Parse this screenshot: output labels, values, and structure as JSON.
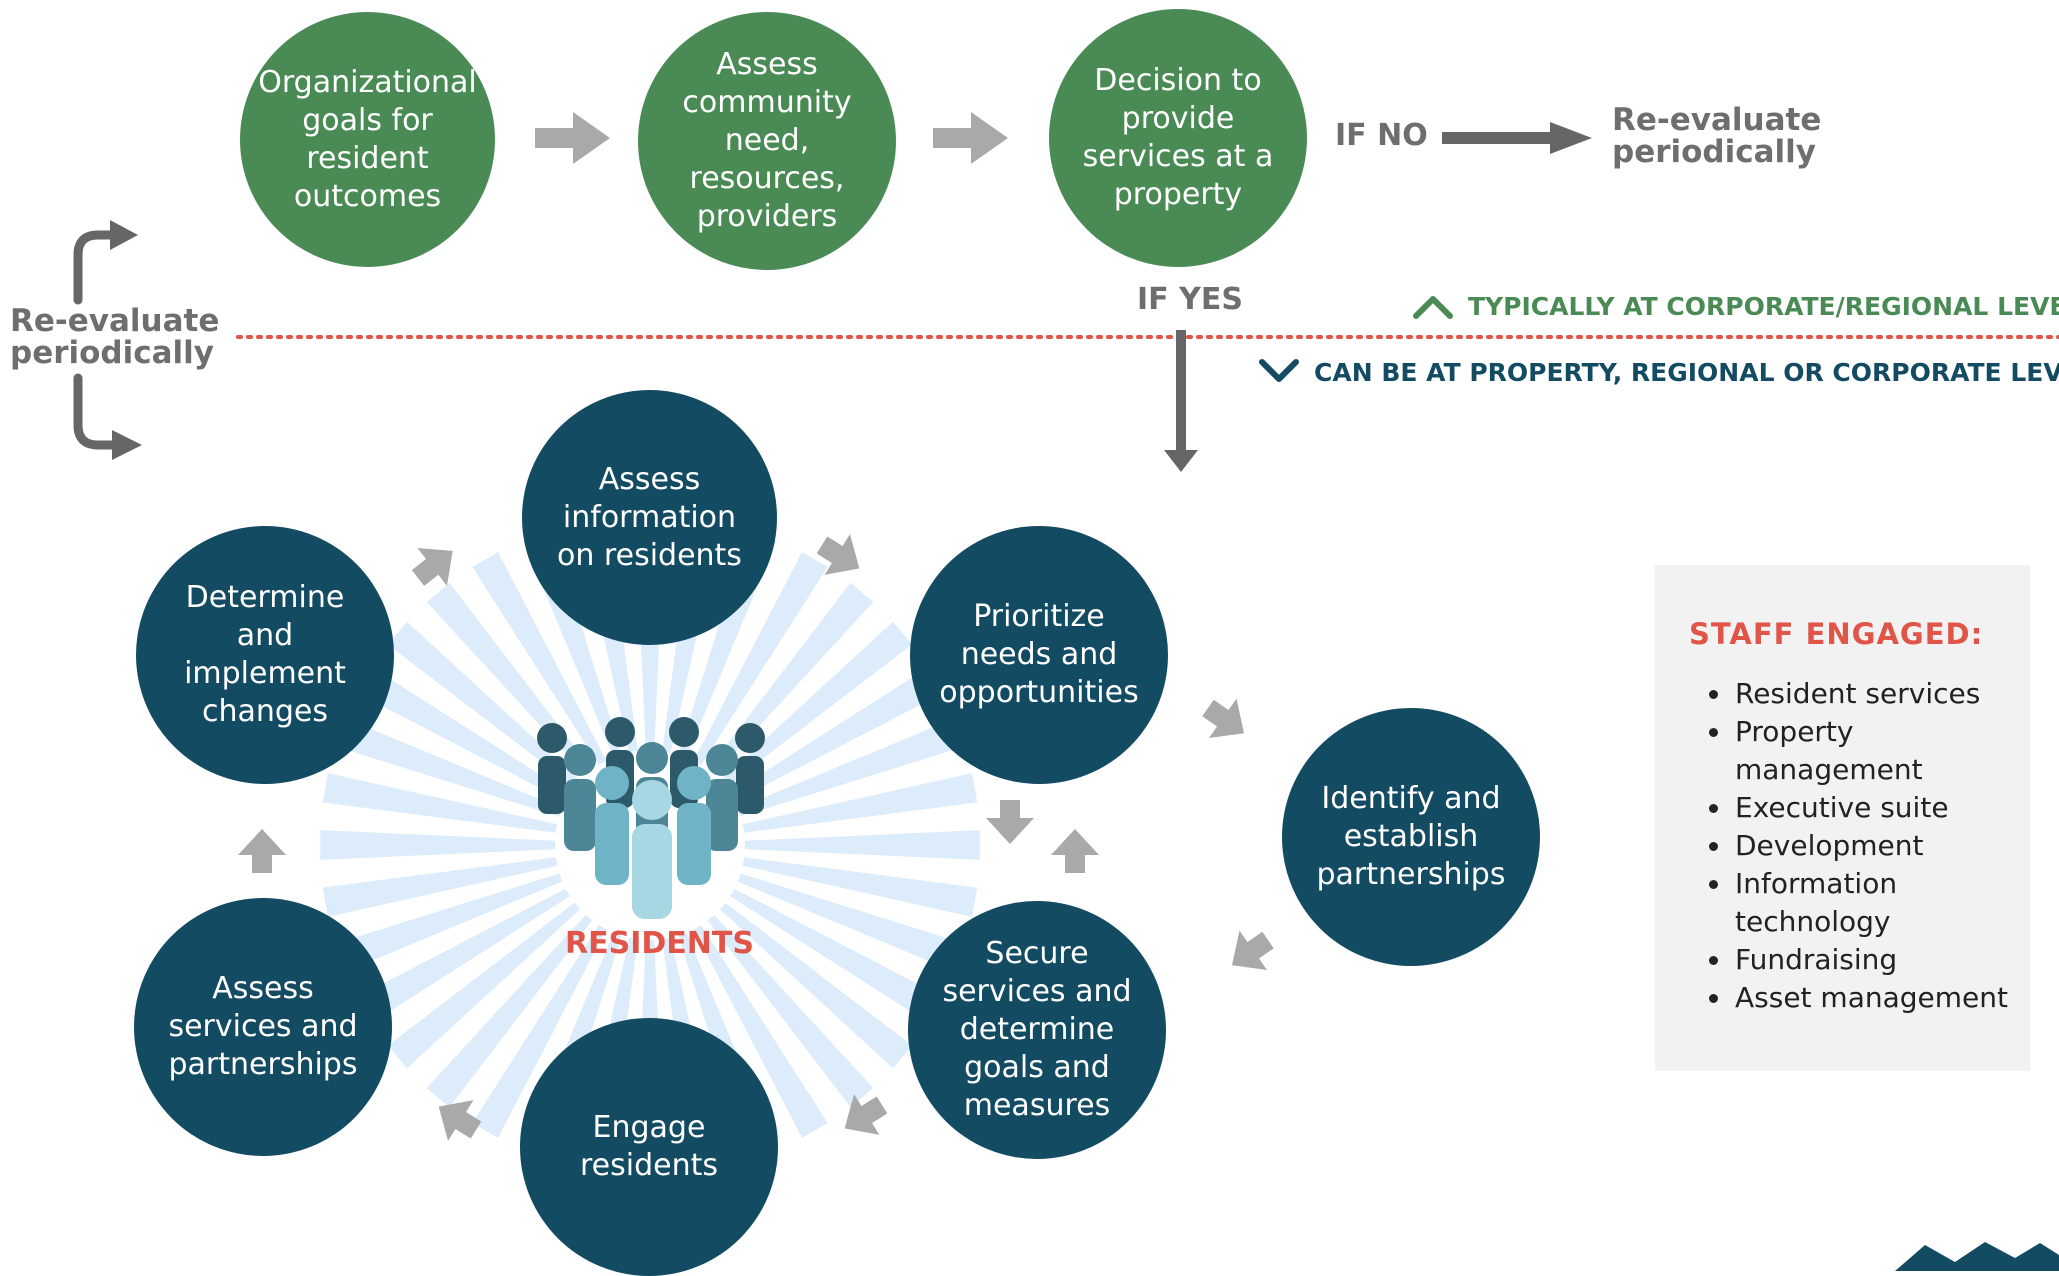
{
  "top_flow": {
    "step1": "Organizational\ngoals for\nresident\noutcomes",
    "step2": "Assess\ncommunity\nneed,\nresources,\nproviders",
    "step3": "Decision to\nprovide\nservices at a\nproperty",
    "if_no": "IF NO",
    "reevaluate_right": "Re-evaluate\nperiodically",
    "if_yes": "IF YES"
  },
  "left_note": "Re-evaluate\nperiodically",
  "legend": {
    "corporate": "TYPICALLY AT CORPORATE/REGIONAL LEVEL",
    "property": "CAN BE AT PROPERTY, REGIONAL OR CORPORATE LEVEL"
  },
  "cycle": {
    "assess_info": "Assess\ninformation\non residents",
    "prioritize": "Prioritize\nneeds and\nopportunities",
    "partnerships": "Identify and\nestablish\npartnerships",
    "secure": "Secure\nservices and\ndetermine\ngoals and\nmeasures",
    "engage": "Engage\nresidents",
    "assess_services": "Assess\nservices and\npartnerships",
    "determine": "Determine\nand\nimplement\nchanges",
    "center_label": "RESIDENTS"
  },
  "staff": {
    "title": "STAFF ENGAGED:",
    "items": [
      "Resident services",
      "Property management",
      "Executive suite",
      "Development",
      "Information technology",
      "Fundraising",
      "Asset management"
    ]
  },
  "colors": {
    "green": "#4a8b55",
    "navy": "#134b63",
    "red": "#e05548",
    "gray_arrow": "#a9a9a9",
    "dark_arrow": "#666666",
    "legend_green": "#4a8b55",
    "legend_navy": "#134b63",
    "sunburst": "#dcecfb"
  }
}
